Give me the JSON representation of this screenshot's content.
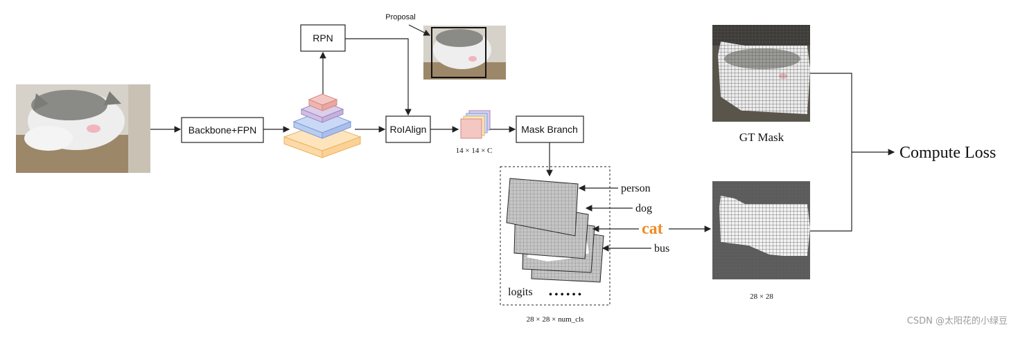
{
  "diagram": {
    "nodes": {
      "backbone": "Backbone+FPN",
      "rpn": "RPN",
      "roialign": "RoIAlign",
      "mask_branch": "Mask Branch"
    },
    "proposal_label": "Proposal",
    "roi_feature_dims": "14 × 14 × C",
    "class_labels": [
      "person",
      "dog",
      "cat",
      "bus"
    ],
    "highlight_class": "cat",
    "highlight_color": "#f08a24",
    "logits_label": "logits",
    "logits_ellipsis": "• • • • • •",
    "logits_dims": "28 × 28 × num_cls",
    "gt_mask_label": "GT Mask",
    "pred_mask_dims": "28 × 28",
    "compute_loss": "Compute Loss"
  },
  "watermark": "CSDN @太阳花的小绿豆",
  "colors": {
    "fpn_red": "#f4c7c3",
    "fpn_purple": "#dccdea",
    "fpn_blue": "#c9d9f5",
    "fpn_orange": "#fde4bd"
  }
}
